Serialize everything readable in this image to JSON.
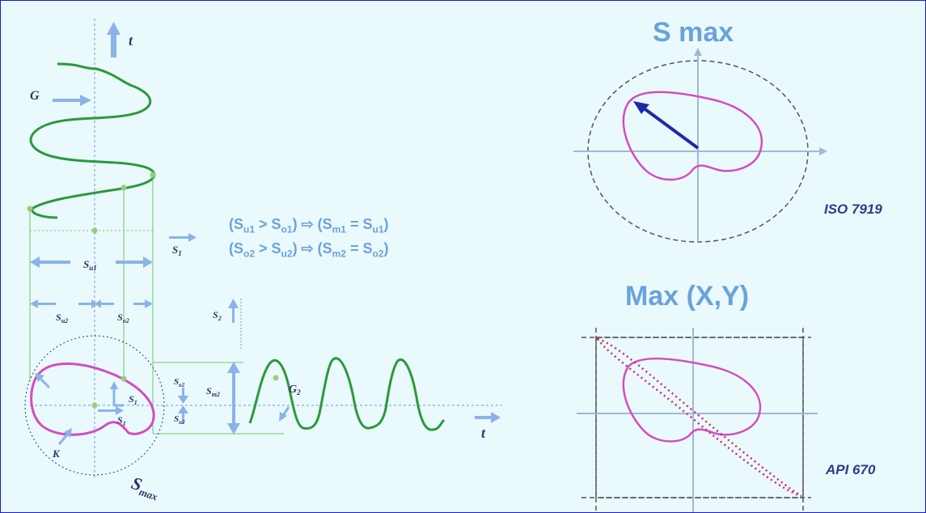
{
  "titles": {
    "smax": "S max",
    "maxxy": "Max (X,Y)"
  },
  "standards": {
    "iso": "ISO 7919",
    "api": "API 670"
  },
  "formula": {
    "line1": [
      "(S",
      "u1",
      " > S",
      "o1",
      ") ⇨ (S",
      "m1",
      " = S",
      "u1",
      ")"
    ],
    "line2": [
      "(S",
      "o2",
      " > S",
      "u2",
      ") ⇨ (S",
      "m2",
      " = S",
      "o2",
      ")"
    ]
  },
  "labels": {
    "t_top": "t",
    "G": "G",
    "S1": "S",
    "S1_sub": "1",
    "Su1": "S",
    "Su1_sub": "u1",
    "Su2": "S",
    "Su2_sub": "u2",
    "So2": "S",
    "So2_sub": "o2",
    "S2": "S",
    "S2_sub": "2",
    "S2_sub_small": "2",
    "Sm2": "S",
    "Sm2_sub": "m2",
    "K": "K",
    "Smax": "S",
    "Smax_sub": "max",
    "G2": "G",
    "G2_sub": "2",
    "t_right": "t"
  },
  "colors": {
    "background": "#eaf9fb",
    "border": "#1a1adc",
    "waveform": "#2a9a3a",
    "orbit": "#d24dc2",
    "arrow": "#6b9be0",
    "title": "#6aa2dc",
    "dark_arrow": "#1d2aa8",
    "dotted_line": "#cc2a66"
  }
}
